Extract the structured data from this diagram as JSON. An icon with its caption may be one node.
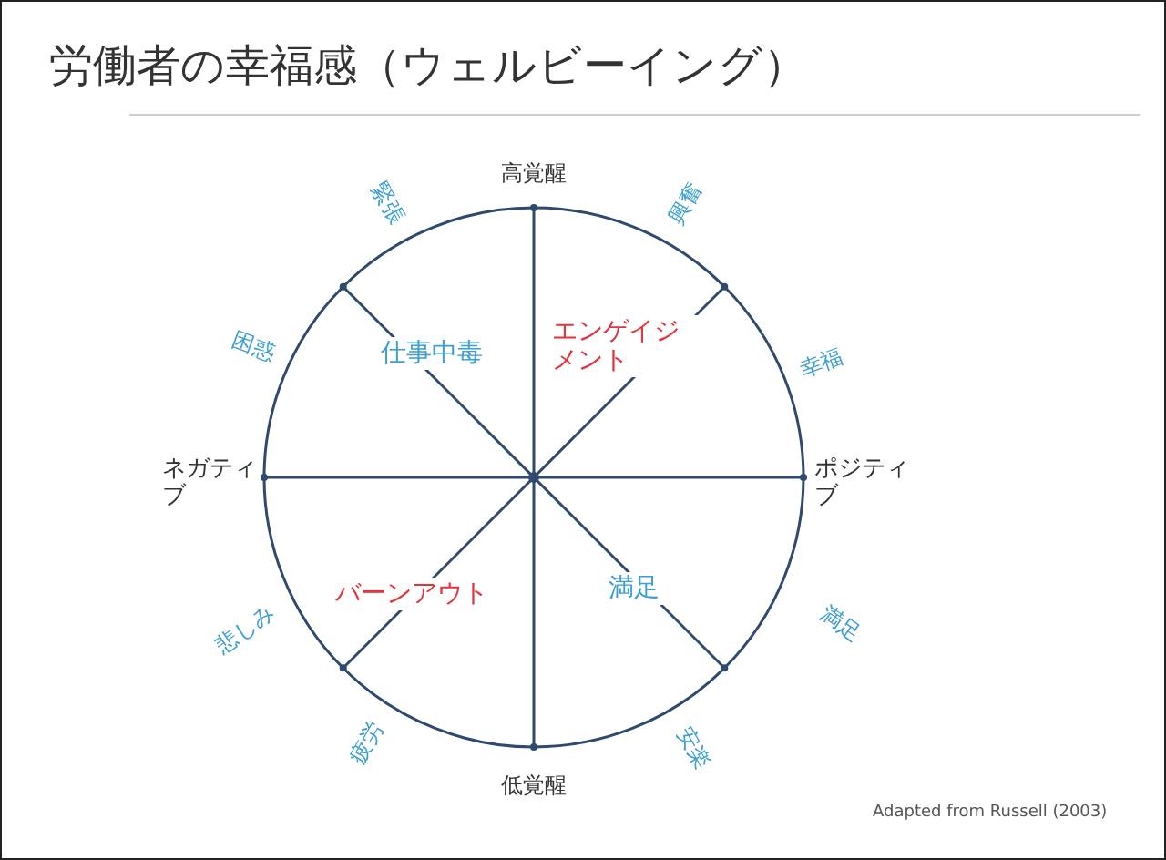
{
  "diagram": {
    "title": "労働者の幸福感（ウェルビーイング）",
    "caption": "Adapted from Russell (2003)",
    "labels": [
      "高覚醒",
      "緊張",
      "興奮",
      "困惑",
      "仕事中毒",
      "エンゲイジメント",
      "幸福",
      "ネガティブ",
      "ポジティブ",
      "バーンアウト",
      "満足",
      "悲しみ",
      "満足",
      "疲労",
      "安楽",
      "低覚醒"
    ]
  }
}
